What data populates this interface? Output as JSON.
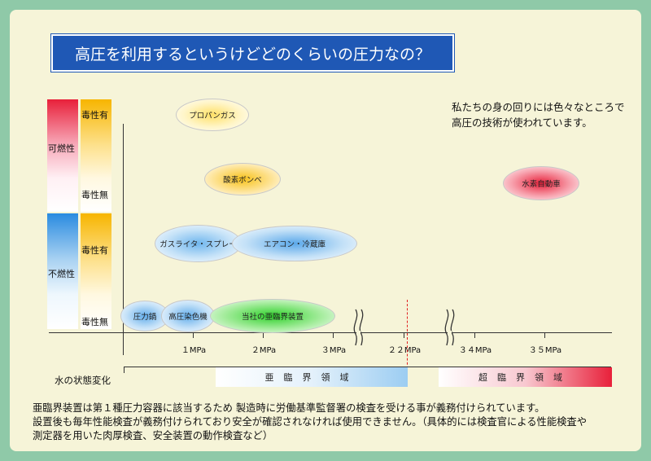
{
  "title": "高圧を利用するというけどどのくらいの圧力なの？",
  "note": [
    "私たちの身の回りには色々なところで",
    "高圧の技術が使われています。"
  ],
  "categories": {
    "flammable": "可燃性",
    "nonflammable": "不燃性",
    "toxic": "毒性有",
    "nontoxic": "毒性無"
  },
  "items": {
    "propane": "プロパンガス",
    "oxygen": "酸素ボンベ",
    "hydrogen": "水素自動車",
    "lighter": "ガスライタ・スプレー",
    "aircon": "エアコン・冷蔵庫",
    "pressure_cooker": "圧力鍋",
    "dyeing": "高圧染色機",
    "subcritical": "当社の亜臨界装置"
  },
  "ticks": [
    "１MPa",
    "２MPa",
    "３MPa",
    "２２MPa",
    "３４MPa",
    "３５MPa"
  ],
  "water_state_label": "水の状態変化",
  "subcritical_region": "亜臨界領域",
  "supercritical_region": "超臨界領域",
  "footer": [
    "亜臨界装置は第１種圧力容器に該当するため 製造時に労働基準監督署の検査を受ける事が義務付けられています。",
    "設置後も毎年性能検査が義務付けられており安全が確認されなければ使用できません。（具体的には検査官による性能検査や",
    "測定器を用いた肉厚検査、安全装置の動作検査など）"
  ],
  "colors": {
    "title_bg": "#1f58b5",
    "flammable": "#e8203a",
    "nonflammable": "#2a8be0",
    "toxic": "#f7b500",
    "critical_line": "#e02020"
  }
}
